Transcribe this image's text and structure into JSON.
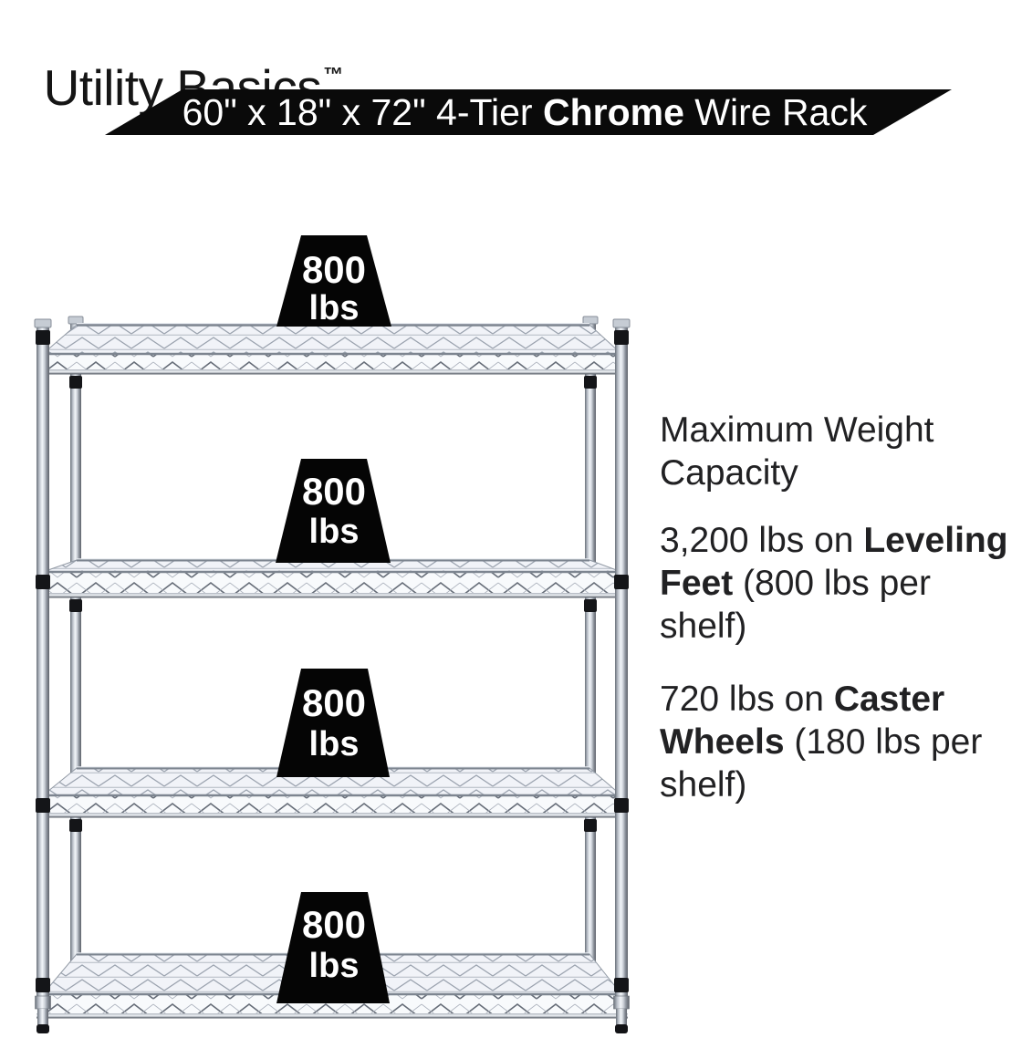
{
  "brand": {
    "name": "Utility Basics",
    "tm": "™"
  },
  "banner": {
    "pre": "60\" x 18\" x 72\" 4-Tier ",
    "bold": "Chrome",
    "post": " Wire Rack",
    "bg_color": "#0a0a0a",
    "text_color": "#ffffff"
  },
  "capacity_labels": [
    {
      "value": "800",
      "unit": "lbs"
    },
    {
      "value": "800",
      "unit": "lbs"
    },
    {
      "value": "800",
      "unit": "lbs"
    },
    {
      "value": "800",
      "unit": "lbs"
    }
  ],
  "info": {
    "heading_line1": "Maximum Weight",
    "heading_line2": "Capacity",
    "p1": {
      "l1_pre": "3,200 lbs on ",
      "l1_bold": "Leveling",
      "l2_bold": "Feet",
      "l2_post": " (800 lbs per",
      "l3": "shelf)"
    },
    "p2": {
      "l1_pre": "720 lbs on ",
      "l1_bold": "Caster",
      "l2_bold": "Wheels",
      "l2_post": " (180 lbs per",
      "l3": "shelf)"
    }
  },
  "product": {
    "shelf_count": 4,
    "finish": "Chrome",
    "label_bg": "#050505",
    "label_text": "#ffffff",
    "body_text_color": "#1d1d1f"
  }
}
